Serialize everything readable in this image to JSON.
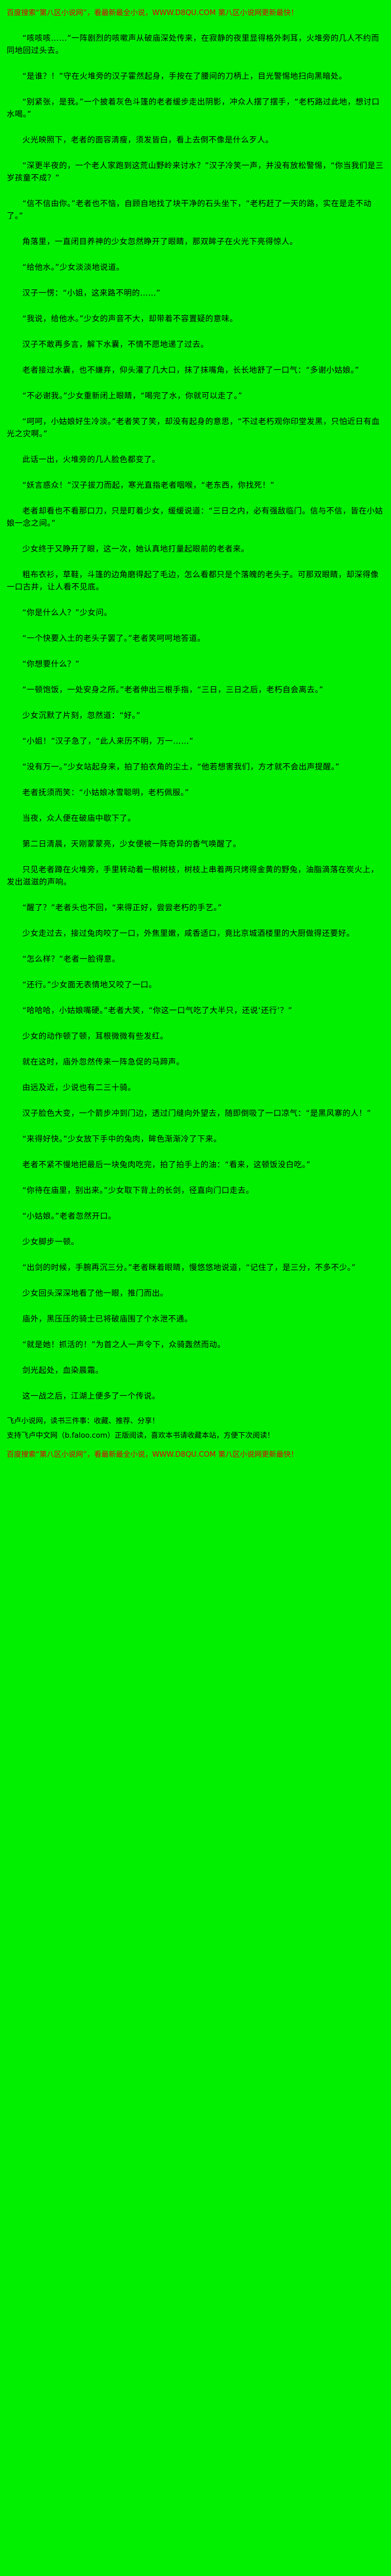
{
  "colors": {
    "background": "#00f000",
    "text": "#000000",
    "promo": "#e00000"
  },
  "header": {
    "promo": "百度搜索“第八区小说网”，看最新最全小说，WWW.D8QU.COM 第八区小说网更新最快！"
  },
  "footer": {
    "note1": "飞卢小说网，读书三件事：收藏、推荐、分享！",
    "note2": "支持飞卢中文网（b.faloo.com）正版阅读，喜欢本书请收藏本站，方便下次阅读！",
    "promo": "百度搜索“第八区小说网”，看最新最全小说，WWW.D8QU.COM 第八区小说网更新最快！"
  },
  "paragraphs": [
    "“咳咳咳……”一阵剧烈的咳嗽声从破庙深处传来，在寂静的夜里显得格外刺耳，火堆旁的几人不约而同地回过头去。",
    "“是谁？！”守在火堆旁的汉子霍然起身，手按在了腰间的刀柄上，目光警惕地扫向黑暗处。",
    "“别紧张，是我。”一个披着灰色斗篷的老者缓步走出阴影，冲众人摆了摆手，“老朽路过此地，想讨口水喝。”",
    "火光映照下，老者的面容清瘦，须发皆白，看上去倒不像是什么歹人。",
    "“深更半夜的，一个老人家跑到这荒山野岭来讨水？”汉子冷笑一声，并没有放松警惕，“你当我们是三岁孩童不成？”",
    "“信不信由你。”老者也不恼，自顾自地找了块干净的石头坐下，“老朽赶了一天的路，实在是走不动了。”",
    "角落里，一直闭目养神的少女忽然睁开了眼睛，那双眸子在火光下亮得惊人。",
    "“给他水。”少女淡淡地说道。",
    "汉子一愣：“小姐，这来路不明的……”",
    "“我说，给他水。”少女的声音不大，却带着不容置疑的意味。",
    "汉子不敢再多言，解下水囊，不情不愿地递了过去。",
    "老者接过水囊，也不嫌弃，仰头灌了几大口，抹了抹嘴角，长长地舒了一口气：“多谢小姑娘。”",
    "“不必谢我。”少女重新闭上眼睛，“喝完了水，你就可以走了。”",
    "“呵呵，小姑娘好生冷淡。”老者笑了笑，却没有起身的意思，“不过老朽观你印堂发黑，只怕近日有血光之灾啊。”",
    "此话一出，火堆旁的几人脸色都变了。",
    "“妖言惑众！”汉子拔刀而起，寒光直指老者咽喉，“老东西，你找死！”",
    "老者却看也不看那口刀，只是盯着少女，缓缓说道：“三日之内，必有强敌临门。信与不信，皆在小姑娘一念之间。”",
    "少女终于又睁开了眼，这一次，她认真地打量起眼前的老者来。",
    "粗布衣衫，草鞋，斗篷的边角磨得起了毛边，怎么看都只是个落魄的老头子。可那双眼睛，却深得像一口古井，让人看不见底。",
    "“你是什么人？”少女问。",
    "“一个快要入土的老头子罢了。”老者笑呵呵地答道。",
    "“你想要什么？”",
    "“一顿饱饭，一处安身之所。”老者伸出三根手指，“三日，三日之后，老朽自会离去。”",
    "少女沉默了片刻，忽然道：“好。”",
    "“小姐！”汉子急了，“此人来历不明，万一……”",
    "“没有万一。”少女站起身来，拍了拍衣角的尘土，“他若想害我们，方才就不会出声提醒。”",
    "老者抚须而笑：“小姑娘冰雪聪明，老朽佩服。”",
    "当夜，众人便在破庙中歇下了。",
    "第二日清晨，天刚蒙蒙亮，少女便被一阵奇异的香气唤醒了。",
    "只见老者蹲在火堆旁，手里转动着一根树枝，树枝上串着两只烤得金黄的野兔，油脂滴落在炭火上，发出滋滋的声响。",
    "“醒了？”老者头也不回，“来得正好，尝尝老朽的手艺。”",
    "少女走过去，接过兔肉咬了一口，外焦里嫩，咸香适口，竟比京城酒楼里的大厨做得还要好。",
    "“怎么样？”老者一脸得意。",
    "“还行。”少女面无表情地又咬了一口。",
    "“哈哈哈，小姑娘嘴硬。”老者大笑，“你这一口气吃了大半只，还说‘还行’？”",
    "少女的动作顿了顿，耳根微微有些发红。",
    "就在这时，庙外忽然传来一阵急促的马蹄声。",
    "由远及近，少说也有二三十骑。",
    "汉子脸色大变，一个箭步冲到门边，透过门缝向外望去，随即倒吸了一口凉气：“是黑风寨的人！”",
    "“来得好快。”少女放下手中的兔肉，眸色渐渐冷了下来。",
    "老者不紧不慢地把最后一块兔肉吃完，拍了拍手上的油：“看来，这顿饭没白吃。”",
    "“你待在庙里，别出来。”少女取下背上的长剑，径直向门口走去。",
    "“小姑娘。”老者忽然开口。",
    "少女脚步一顿。",
    "“出剑的时候，手腕再沉三分。”老者眯着眼睛，慢悠悠地说道，“记住了，是三分，不多不少。”",
    "少女回头深深地看了他一眼，推门而出。",
    "庙外，黑压压的骑士已将破庙围了个水泄不通。",
    "“就是她！抓活的！”为首之人一声令下，众骑轰然而动。",
    "剑光起处，血染晨霜。",
    "这一战之后，江湖上便多了一个传说。"
  ]
}
